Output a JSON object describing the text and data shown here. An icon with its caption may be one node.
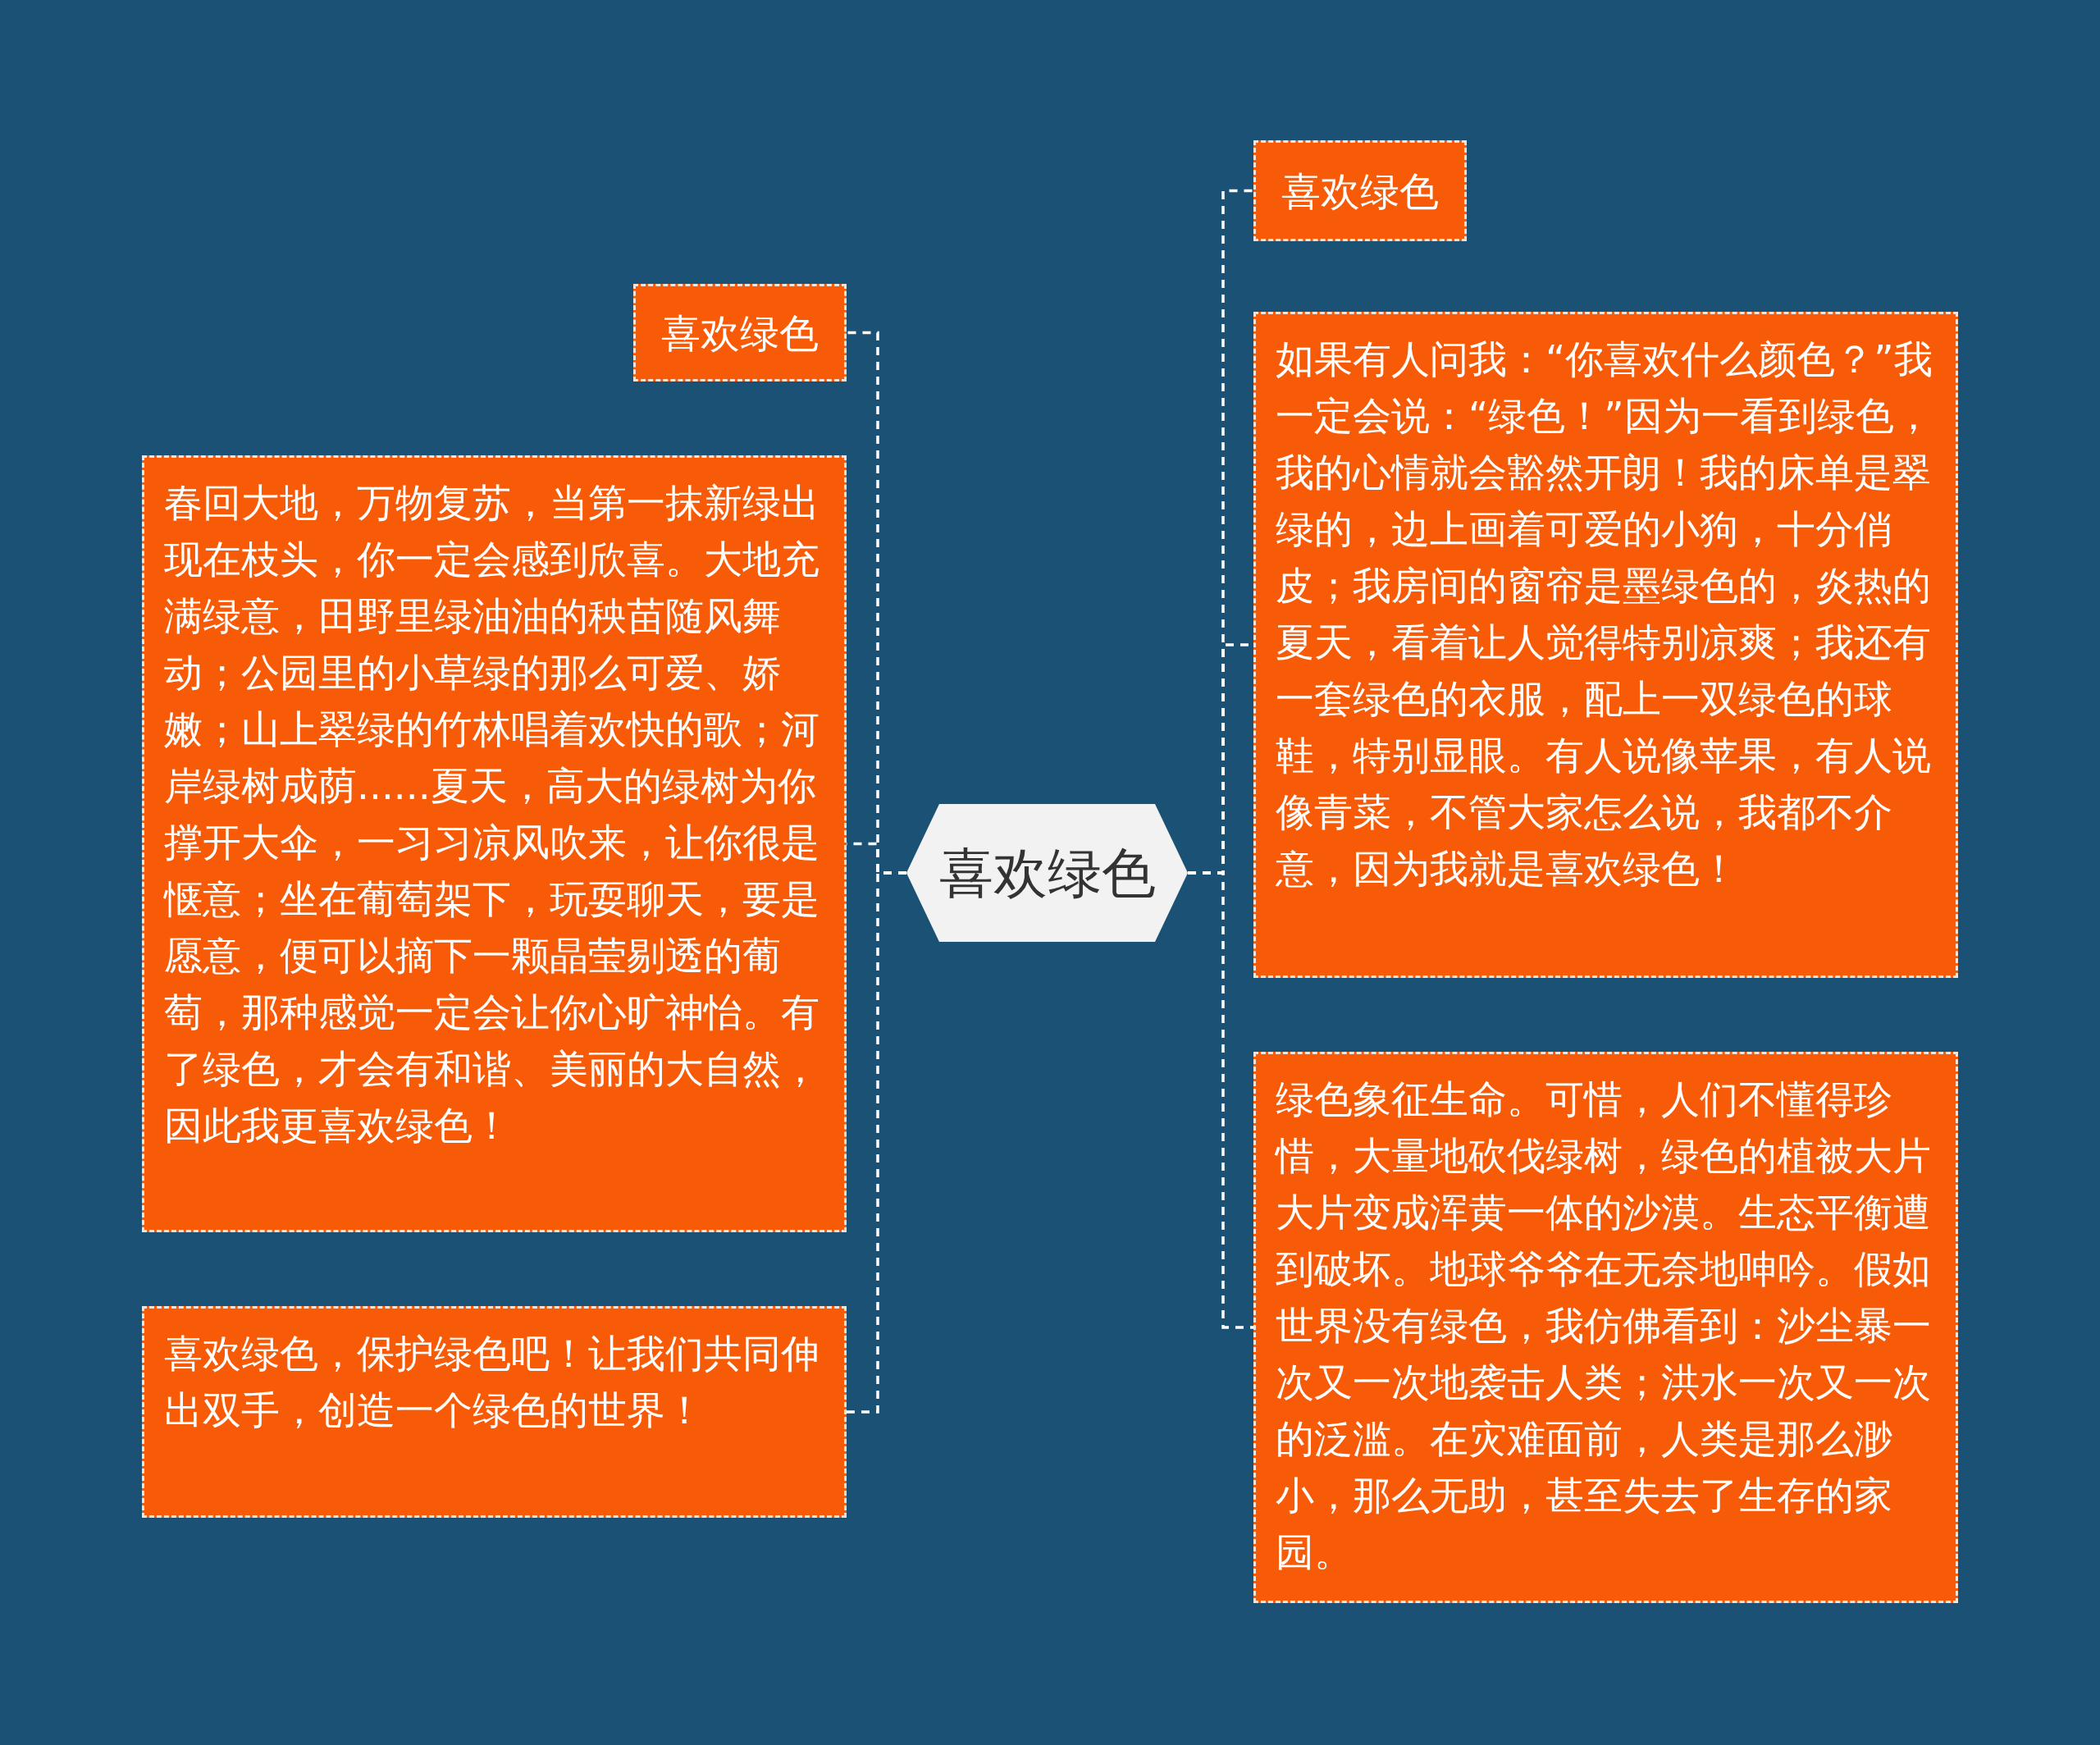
{
  "diagram": {
    "nodes": [
      {
        "text": [
          "喜欢绿色"
        ]
      },
      {
        "text": [
          "喜欢绿色"
        ]
      },
      {
        "text": [
          "春回大地，万物复苏，当第一抹新绿出现在枝头，你一定会感到欣喜。大地充满绿意，田野里绿油油的秧苗随风舞动；公园里的小草绿的那么可爱、娇嫩；山上翠绿的竹林唱着欢快的歌；河岸绿树成荫......夏天，高大的绿树为你撑开大伞，一习习凉风吹来，让你很是惬意；坐在葡萄架下，玩耍聊天，要是愿意，便可以摘下一颗晶莹剔透的葡萄，那种感觉一定会让你心旷神怡。有了绿色，才会有和谐、美丽的大自然，因此我更喜欢绿色！"
        ]
      },
      {
        "text": [
          "喜欢绿色，保护绿色吧！让我们共同伸出双手，创造一个绿色的世界！"
        ]
      },
      {
        "text": [
          "喜欢绿色"
        ]
      },
      {
        "text": [
          "如果有人问我：“你喜欢什么颜色？”我一定会说：“绿色！”因为一看到绿色，我的心情就会豁然开朗！我的床单是翠绿的，边上画着可爱的小狗，十分俏皮；我房间的窗帘是墨绿色的，炎热的夏天，看着让人觉得特别凉爽；我还有一套绿色的衣服，配上一双绿色的球鞋，特别显眼。有人说像苹果，有人说像青菜，不管大家怎么说，我都不介意，因为我就是喜欢绿色！"
        ]
      },
      {
        "text": [
          "绿色象征生命。可惜，人们不懂得珍惜，大量地砍伐绿树，绿色的植被大片大片变成浑黄一体的沙漠。生态平衡遭到破坏。地球爷爷在无奈地呻吟。假如世界没有绿色，我仿佛看到：沙尘暴一次又一次地袭击人类；洪水一次又一次的泛滥。在灾难面前，人类是那么渺小，那么无助，甚至失去了生存的家园。"
        ]
      }
    ],
    "edges": [
      {
        "from": 0,
        "to": 1,
        "arrow": "none",
        "style": "dashed"
      },
      {
        "from": 0,
        "to": 2,
        "arrow": "none",
        "style": "dashed"
      },
      {
        "from": 0,
        "to": 3,
        "arrow": "none",
        "style": "dashed"
      },
      {
        "from": 0,
        "to": 4,
        "arrow": "none",
        "style": "dashed"
      },
      {
        "from": 0,
        "to": 5,
        "arrow": "none",
        "style": "dashed"
      },
      {
        "from": 0,
        "to": 6,
        "arrow": "none",
        "style": "dashed"
      }
    ]
  }
}
